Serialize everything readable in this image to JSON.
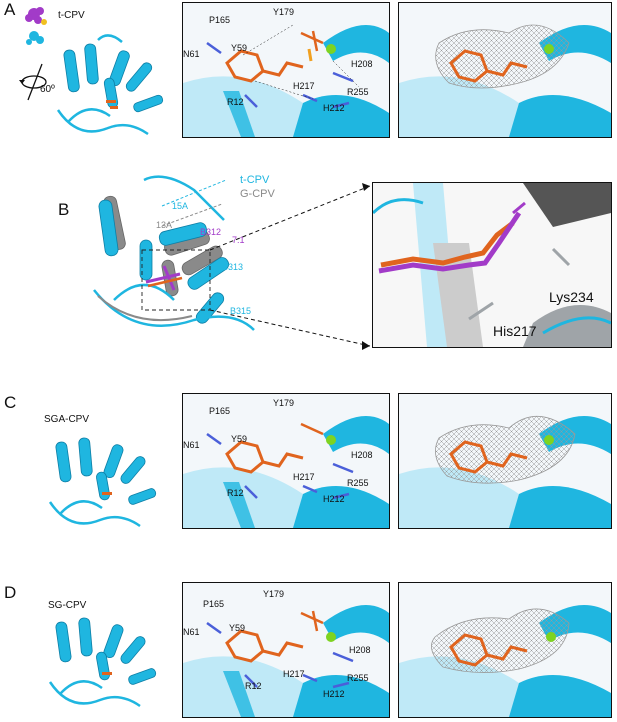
{
  "panels": {
    "A": {
      "letter": "A",
      "name": "t-CPV",
      "rotation": "60º",
      "labels": {
        "P165": "P165",
        "Y179": "Y179",
        "N61": "N61",
        "Y59": "Y59",
        "H208": "H208",
        "H217": "H217",
        "R255": "R255",
        "R12": "R12",
        "H212": "H212"
      }
    },
    "B": {
      "letter": "B",
      "legend_a": "t-CPV",
      "legend_b": "G-CPV",
      "dist_15": "15A",
      "dist_13": "13A",
      "tag_b312": "B312",
      "tag_a7": "7.1",
      "tag_b313": "B313",
      "tag_b315": "B315",
      "lys": "Lys234",
      "his": "His217"
    },
    "C": {
      "letter": "C",
      "name": "SGA-CPV",
      "labels": {
        "P165": "P165",
        "Y179": "Y179",
        "N61": "N61",
        "Y59": "Y59",
        "H208": "H208",
        "H217": "H217",
        "R255": "R255",
        "R12": "R12",
        "H212": "H212"
      }
    },
    "D": {
      "letter": "D",
      "name": "SG-CPV",
      "labels": {
        "P165": "P165",
        "Y179": "Y179",
        "N61": "N61",
        "Y59": "Y59",
        "H208": "H208",
        "H217": "H217",
        "R255": "R255",
        "R12": "R12",
        "H212": "H212"
      }
    }
  },
  "colors": {
    "cyan": "#1fb6e0",
    "grey": "#8a8a8a",
    "orange": "#e0641e",
    "magenta": "#a23bc8",
    "green": "#7ed321",
    "blue": "#4a5fd9",
    "mesh": "#9a9a9a"
  }
}
